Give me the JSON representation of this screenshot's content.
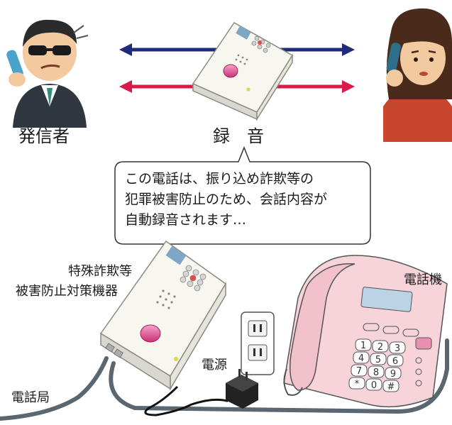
{
  "top": {
    "caller_label": "発信者",
    "recording_label": "録　音"
  },
  "speech_bubble": {
    "lines": [
      "この電話は、振り込め詐欺等の",
      "犯罪被害防止のため、会話内容が",
      "自動録音されます…"
    ]
  },
  "bottom": {
    "device_label_line1": "特殊詐欺等",
    "device_label_line2": "被害防止対策機器",
    "phone_label": "電話機",
    "power_label": "電源",
    "exchange_label": "電話局",
    "keypad_keys": [
      "1",
      "2",
      "3",
      "4",
      "5",
      "6",
      "7",
      "8",
      "9",
      "*",
      "0",
      "#"
    ]
  },
  "colors": {
    "arrow_blue": "#1f2a7a",
    "arrow_red": "#d81b4a",
    "phone_body": "#f7d3da",
    "cable": "#5a6670",
    "device_body": "#f7f6ef",
    "record_button": "#e04d8e"
  }
}
